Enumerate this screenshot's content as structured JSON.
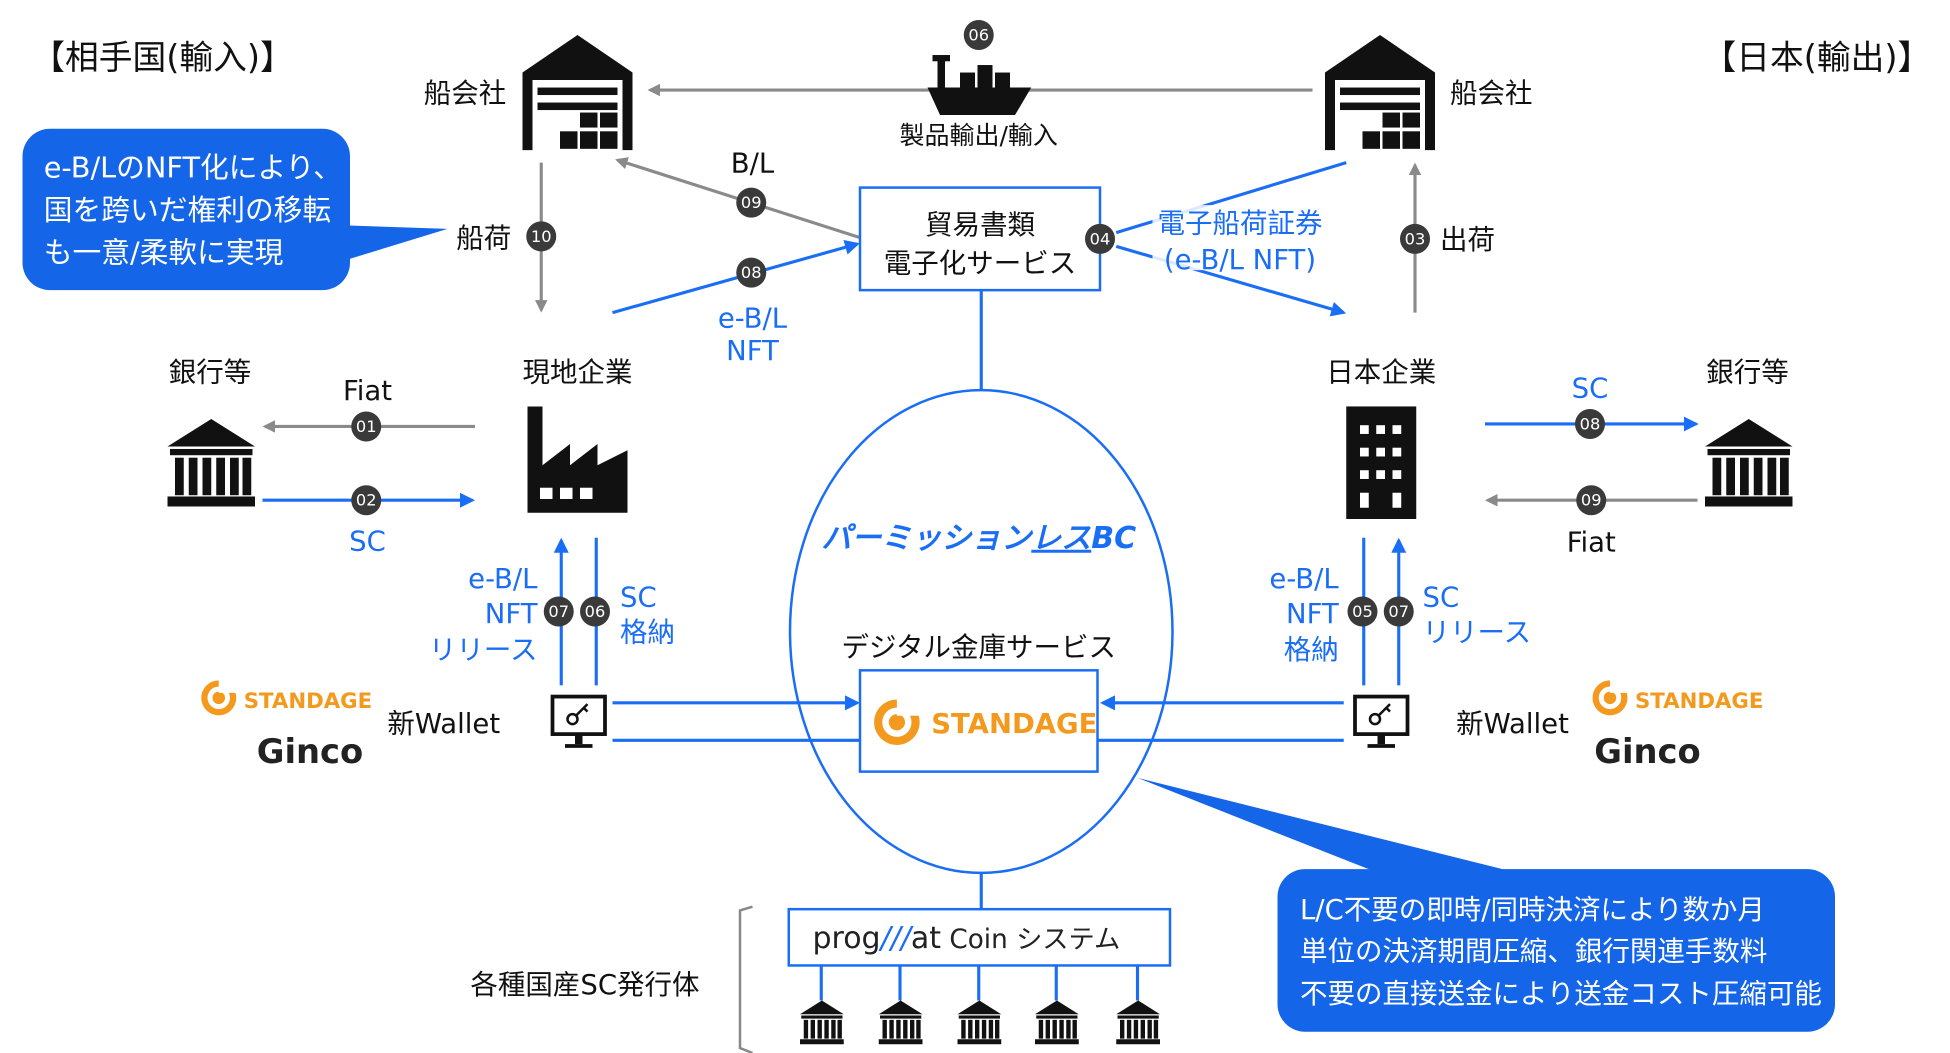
{
  "colors": {
    "accent_blue": "#1a6ef5",
    "callout_blue": "#1565e8",
    "arrow_gray": "#8a8a8a",
    "badge_dark": "#3a3a3a",
    "standage_orange": "#f39a1e"
  },
  "titles": {
    "import_side": "【相手国(輸入)】",
    "export_side": "【日本(輸出)】"
  },
  "shipping": {
    "left_company": "船会社",
    "right_company": "船会社",
    "product_label": "製品輸出/輸入",
    "product_step": "06"
  },
  "callout_left": {
    "lines": [
      "e-B/LのNFT化により、",
      "国を跨いだ権利の移転",
      "も一意/柔軟に実現"
    ]
  },
  "callout_right": {
    "lines": [
      "L/C不要の即時/同時決済により数か月",
      "単位の決済期間圧縮、銀行関連手数料",
      "不要の直接送金により送金コスト圧縮可能"
    ]
  },
  "trade_doc_service": {
    "line1": "貿易書類",
    "line2": "電子化サービス"
  },
  "flows": {
    "loading": {
      "label": "船荷",
      "step": "10"
    },
    "bl": {
      "label": "B/L",
      "step": "09"
    },
    "ebl_nft_in": {
      "line1": "e-B/L",
      "line2": "NFT",
      "step": "08"
    },
    "ebl_nft_out": {
      "line1": "電子船荷証券",
      "line2": "(e-B/L NFT)",
      "step": "04"
    },
    "shipment": {
      "label": "出荷",
      "step": "03"
    },
    "left_fiat": {
      "label": "Fiat",
      "step": "01"
    },
    "left_sc": {
      "label": "SC",
      "step": "02"
    },
    "left_release": {
      "lines": [
        "e-B/L",
        "NFT",
        "リリース"
      ],
      "step": "07"
    },
    "left_store": {
      "lines": [
        "SC",
        "格納"
      ],
      "step": "06"
    },
    "right_store": {
      "lines": [
        "e-B/L",
        "NFT",
        "格納"
      ],
      "step": "05"
    },
    "right_release": {
      "lines": [
        "SC",
        "リリース"
      ],
      "step": "07"
    },
    "right_sc": {
      "label": "SC",
      "step": "08"
    },
    "right_fiat": {
      "label": "Fiat",
      "step": "09"
    }
  },
  "entities": {
    "left_bank": "銀行等",
    "local_company": "現地企業",
    "japan_company": "日本企業",
    "right_bank": "銀行等",
    "left_wallet": "新Wallet",
    "right_wallet": "新Wallet"
  },
  "blockchain": {
    "label_pre": "パーミッション",
    "label_u": "レス",
    "label_post": "BC",
    "vault_service": "デジタル金庫サービス"
  },
  "logos": {
    "standage": "STANDAGE",
    "ginco": "Ginco"
  },
  "progmat": {
    "prefix": "prog",
    "slashes": "///",
    "suffix": "at",
    "rest": " Coin システム"
  },
  "issuers": {
    "label": "各種国産SC発行体",
    "count": 5
  }
}
